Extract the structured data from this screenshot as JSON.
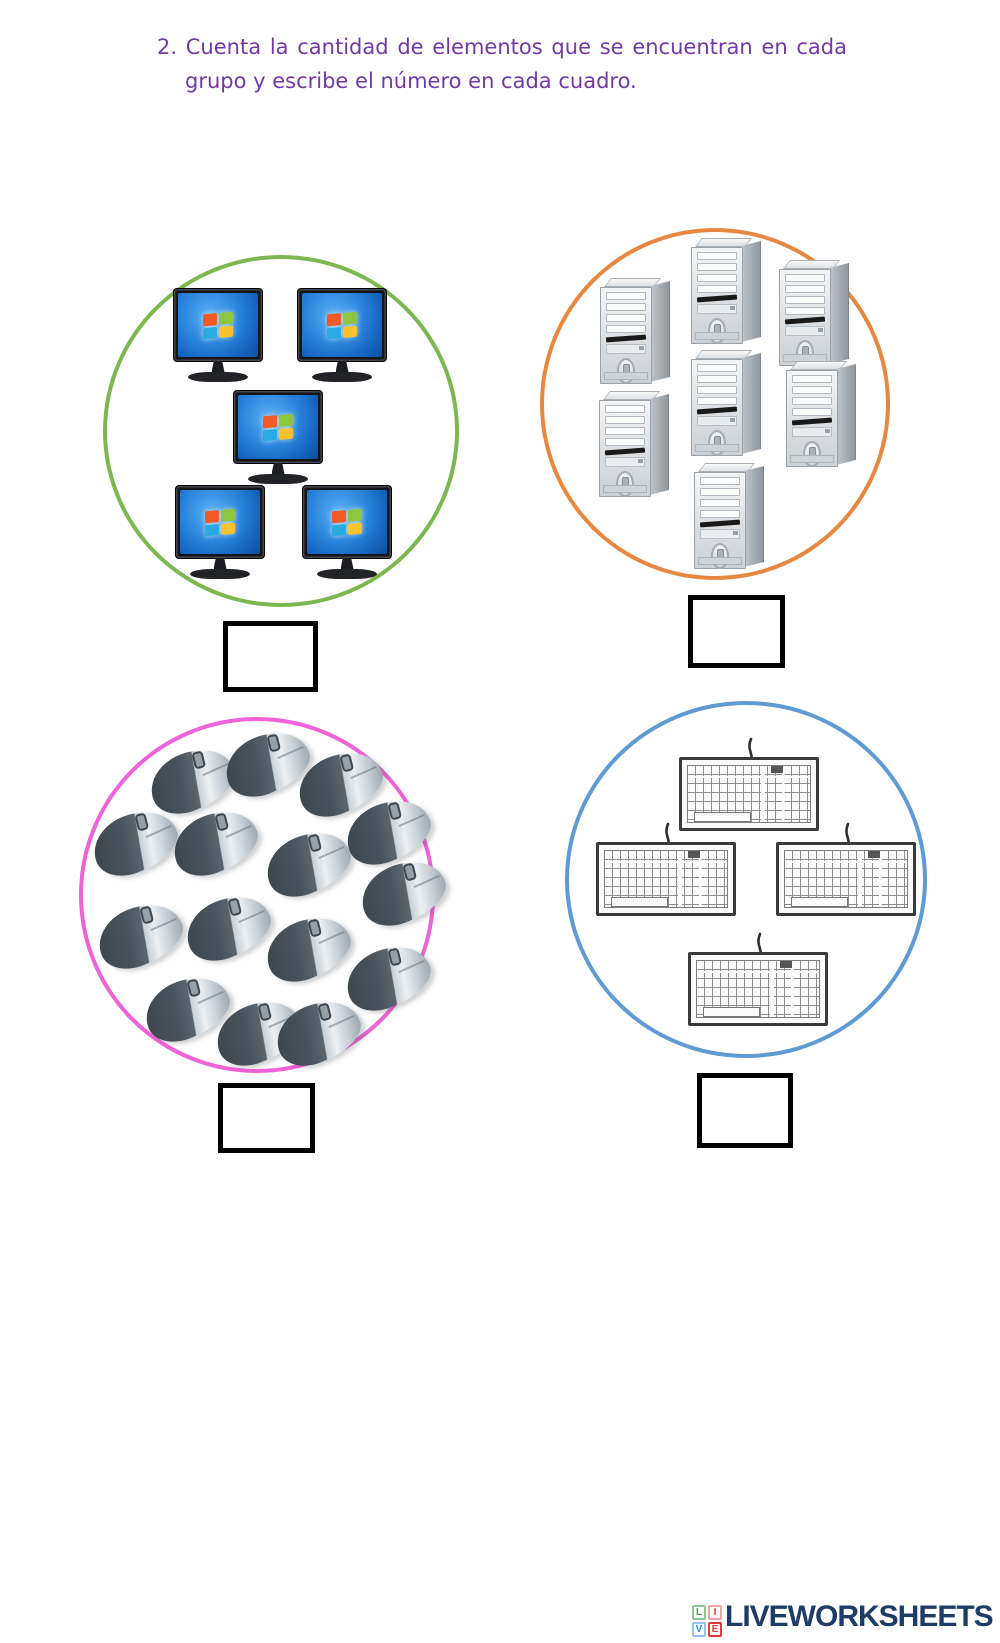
{
  "instructions": {
    "line1": "2. Cuenta la cantidad de elementos que se encuentran en cada",
    "line2": "grupo y escribe el número en cada cuadro.",
    "color": "#7238a8"
  },
  "exercise": {
    "type": "counting-groups",
    "groups": [
      {
        "name": "monitores",
        "item": "computer-monitor",
        "count": 5,
        "circle_color": "#7cb84f",
        "answer": ""
      },
      {
        "name": "torres",
        "item": "computer-tower",
        "count": 7,
        "circle_color": "#e8873f",
        "answer": ""
      },
      {
        "name": "ratones",
        "item": "computer-mouse",
        "count": 15,
        "circle_color": "#ef62d8",
        "answer": ""
      },
      {
        "name": "teclados",
        "item": "computer-keyboard",
        "count": 4,
        "circle_color": "#5e9bd4",
        "answer": ""
      }
    ]
  },
  "footer": {
    "logo": {
      "grid_letters": [
        {
          "letter": "L",
          "color": "#43a047"
        },
        {
          "letter": "I",
          "color": "#e53935"
        },
        {
          "letter": "V",
          "color": "#1e88e5"
        },
        {
          "letter": "E",
          "color": "#e53935"
        }
      ],
      "text": "LIVEWORKSHEETS",
      "text_color": "#1e3c68"
    }
  }
}
